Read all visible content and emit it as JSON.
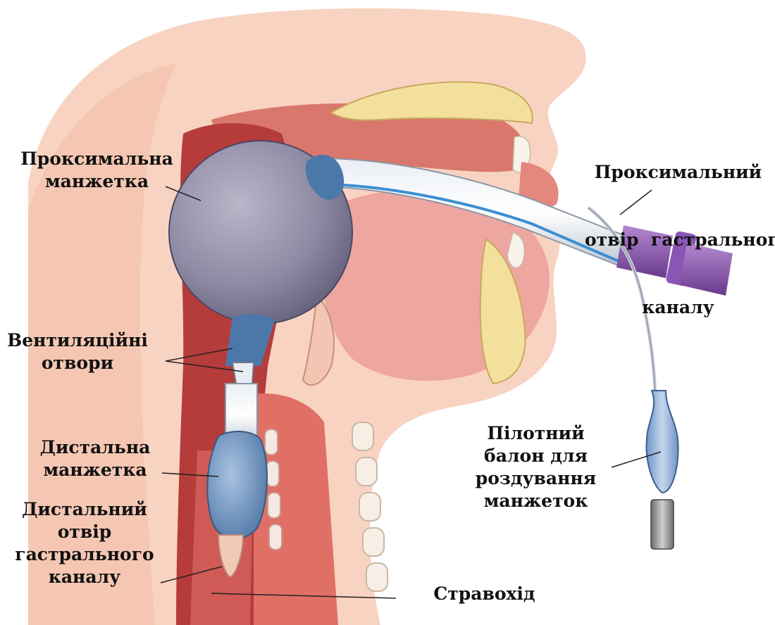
{
  "labels": {
    "proximal_cuff": [
      "Проксимальна",
      "манжетка"
    ],
    "ventilation_openings": [
      "Вентиляційні",
      "отвори"
    ],
    "distal_cuff": [
      "Дистальна",
      "манжетка"
    ],
    "distal_gastric_opening": [
      "Дистальний",
      "отвір",
      "гастрального",
      "каналу"
    ],
    "proximal_gastric_opening": [
      "Проксимальний",
      "отвір  гастрального",
      "каналу"
    ],
    "pilot_balloon": [
      "Пілотний",
      "балон для",
      "роздування",
      "манжеток"
    ],
    "esophagus": "Стравохід"
  },
  "colors": {
    "skin": "#f6c9b3",
    "tissue": "#e8998a",
    "airway_dark": "#b13a37",
    "bone": "#f3e3a3",
    "cuff": "#8f8ca4",
    "tube_blue": "#7fa3c9",
    "connector": "#8a4fae"
  }
}
